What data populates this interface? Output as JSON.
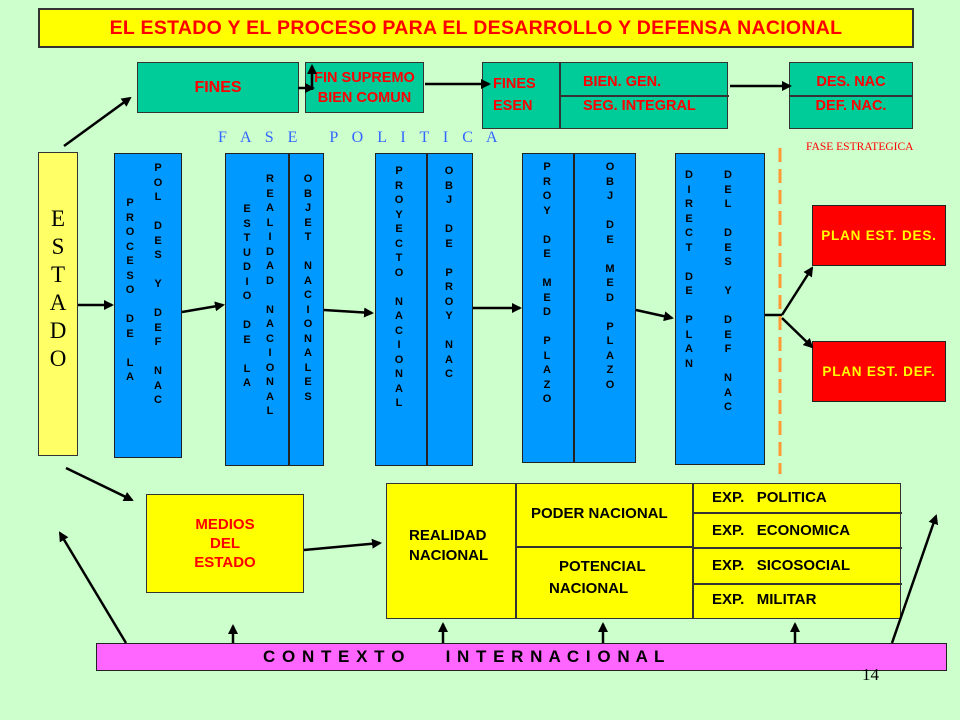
{
  "title": "EL ESTADO Y EL PROCESO PARA EL DESARROLLO Y DEFENSA NACIONAL",
  "top": {
    "fines": "FINES",
    "fin_supremo": [
      "FIN SUPREMO",
      "BIEN COMUN"
    ],
    "fines_esen": [
      "FINES",
      "ESEN"
    ],
    "bien_seg": [
      "BIEN. GEN.",
      "SEG. INTEGRAL"
    ],
    "des_def": [
      "DES. NAC",
      "DEF. NAC."
    ]
  },
  "fase_politica": "F A S E   P O L I T I C A",
  "fase_estrategica": "FASE ESTRATEGICA",
  "estado": "ESTADO",
  "columns": {
    "c1": "PROCESO DE LA",
    "c2": "POL DES Y DEF NAC",
    "c3": "ESTUDIO DE LA",
    "c4": "REALIDAD NACIONAL",
    "c5": "OBJET NACIONALES",
    "c6": "PROYECTO NACIONAL",
    "c7": "OBJ DE PROY NAC",
    "c8": "PROY DE MED PLAZO",
    "c9": "OBJ DE MED PLAZO",
    "c10": "DIRECT DE PLAN",
    "c11": "DEL DES Y DEF NAC"
  },
  "plans": {
    "des": "PLAN EST. DES.",
    "def": "PLAN EST. DEF."
  },
  "medios": [
    "MEDIOS",
    "DEL",
    "ESTADO"
  ],
  "realidad": [
    "REALIDAD",
    "NACIONAL"
  ],
  "poder": "PODER NACIONAL",
  "potencial": [
    "POTENCIAL",
    "NACIONAL"
  ],
  "expresiones": [
    "EXP.   POLITICA",
    "EXP.   ECONOMICA",
    "EXP.   SICOSOCIAL",
    "EXP.   MILITAR"
  ],
  "contexto": "C O N T E X T O       I N T E R N A C I O N A L",
  "page_number": "14"
}
